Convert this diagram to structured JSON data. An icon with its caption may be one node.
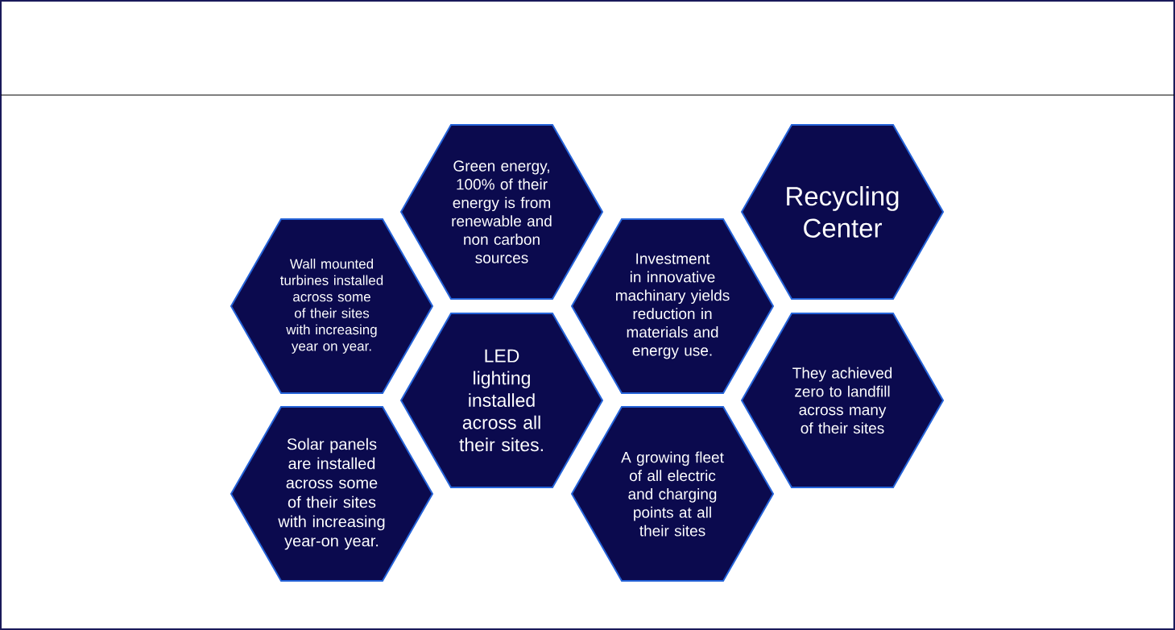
{
  "diagram": {
    "nodes": [
      {
        "text": [
          "Wall mounted turbines installed across some of their sites with increasing year on year."
        ]
      },
      {
        "text": [
          "Solar panels are installed across some of their sites with increasing year-on year."
        ]
      },
      {
        "text": [
          "Green energy, 100% of their energy is from renewable and non carbon sources"
        ]
      },
      {
        "text": [
          "LED lighting installed across all their sites."
        ]
      },
      {
        "text": [
          "Investment in innovative machinary yields reduction in materials and energy use."
        ]
      },
      {
        "text": [
          "A growing fleet of all electric and charging points at all their sites"
        ]
      },
      {
        "text": [
          "Recycling Center"
        ]
      },
      {
        "text": [
          "They achieved zero to landfill across many of their sites"
        ]
      }
    ]
  }
}
